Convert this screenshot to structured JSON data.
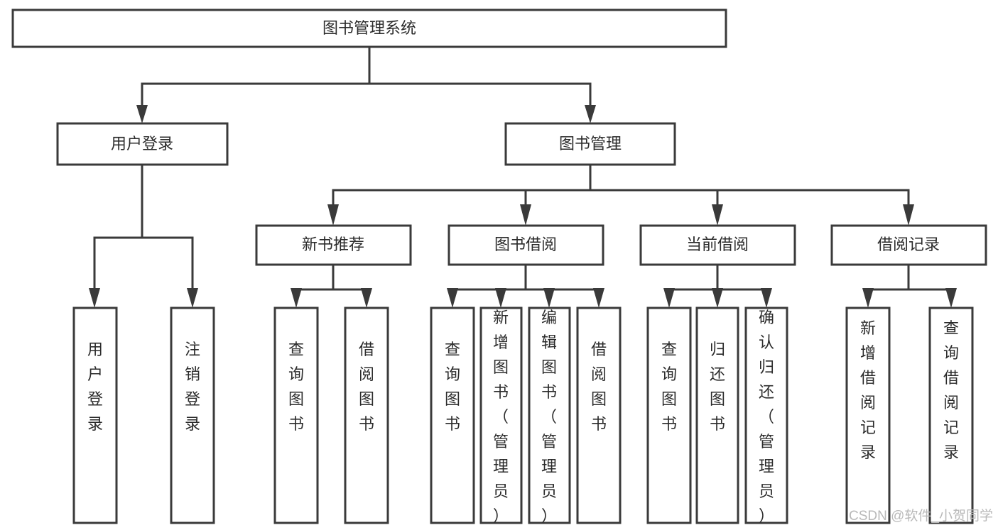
{
  "diagram": {
    "title": "图书管理系统",
    "type": "hierarchy-tree",
    "orientation": "top-down",
    "colors": {
      "stroke": "#3a3a3a",
      "fill": "#ffffff",
      "text": "#2b2b2b",
      "watermark": "#b9b9b9"
    }
  },
  "nodes": {
    "root": {
      "label": "图书管理系统",
      "level": 0
    },
    "l1": [
      {
        "id": "user-login",
        "label": "用户登录",
        "level": 1
      },
      {
        "id": "book-manage",
        "label": "图书管理",
        "level": 1
      }
    ],
    "l2": [
      {
        "id": "new-book-rec",
        "label": "新书推荐",
        "level": 2,
        "parent": "book-manage"
      },
      {
        "id": "book-borrow",
        "label": "图书借阅",
        "level": 2,
        "parent": "book-manage"
      },
      {
        "id": "current-borrow",
        "label": "当前借阅",
        "level": 2,
        "parent": "book-manage"
      },
      {
        "id": "borrow-record",
        "label": "借阅记录",
        "level": 2,
        "parent": "book-manage"
      }
    ],
    "leaves": [
      {
        "id": "leaf-1",
        "label": "用户登录",
        "parent": "user-login"
      },
      {
        "id": "leaf-2",
        "label": "注销登录",
        "parent": "user-login"
      },
      {
        "id": "leaf-3",
        "label": "查询图书",
        "parent": "new-book-rec"
      },
      {
        "id": "leaf-4",
        "label": "借阅图书",
        "parent": "new-book-rec"
      },
      {
        "id": "leaf-5",
        "label": "查询图书",
        "parent": "book-borrow"
      },
      {
        "id": "leaf-6",
        "label": "新增图书（管理员）",
        "parent": "book-borrow"
      },
      {
        "id": "leaf-7",
        "label": "编辑图书（管理员）",
        "parent": "book-borrow"
      },
      {
        "id": "leaf-8",
        "label": "借阅图书",
        "parent": "book-borrow"
      },
      {
        "id": "leaf-9",
        "label": "查询图书",
        "parent": "current-borrow"
      },
      {
        "id": "leaf-10",
        "label": "归还图书",
        "parent": "current-borrow"
      },
      {
        "id": "leaf-11",
        "label": "确认归还（管理员）",
        "parent": "current-borrow"
      },
      {
        "id": "leaf-12",
        "label": "新增借阅记录",
        "parent": "borrow-record"
      },
      {
        "id": "leaf-13",
        "label": "查询借阅记录",
        "parent": "borrow-record"
      }
    ]
  },
  "watermark": {
    "text": "CSDN @软件_小贺同学"
  }
}
